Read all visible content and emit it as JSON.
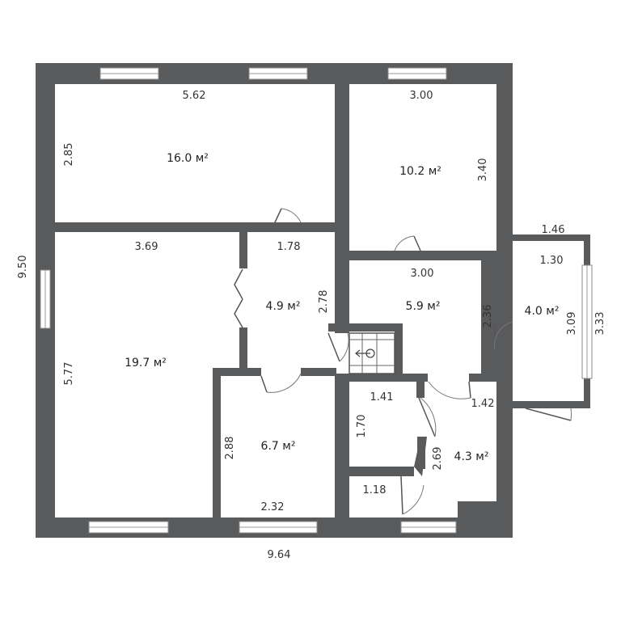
{
  "plan": {
    "overall": {
      "width": "9.64",
      "height": "9.50"
    },
    "rooms": [
      {
        "id": "room-top-left",
        "area": "16.0 м²",
        "dims": [
          "5.62",
          "2.85"
        ]
      },
      {
        "id": "room-top-right",
        "area": "10.2 м²",
        "dims": [
          "3.00",
          "3.40"
        ]
      },
      {
        "id": "room-left-large",
        "area": "19.7 м²",
        "dims": [
          "3.69",
          "5.77"
        ]
      },
      {
        "id": "room-hall",
        "area": "4.9 м²",
        "dims": [
          "1.78",
          "2.78"
        ]
      },
      {
        "id": "room-corridor",
        "area": "5.9 м²",
        "dims": [
          "3.00",
          "2.36"
        ]
      },
      {
        "id": "room-annex",
        "area": "4.0 м²",
        "dims": [
          "1.30",
          "3.09"
        ]
      },
      {
        "id": "room-small-middle",
        "area": "6.7 м²",
        "dims": [
          "2.88",
          "2.32"
        ]
      },
      {
        "id": "room-bath",
        "area": "4.3 м²",
        "dims": [
          "1.42",
          "2.69"
        ]
      },
      {
        "id": "room-wc",
        "area": "",
        "dims": [
          "1.41",
          "1.70"
        ]
      },
      {
        "id": "room-closet",
        "area": "",
        "dims": [
          "1.18"
        ]
      }
    ],
    "annex_outer": {
      "width": "1.46",
      "height": "3.33"
    }
  }
}
